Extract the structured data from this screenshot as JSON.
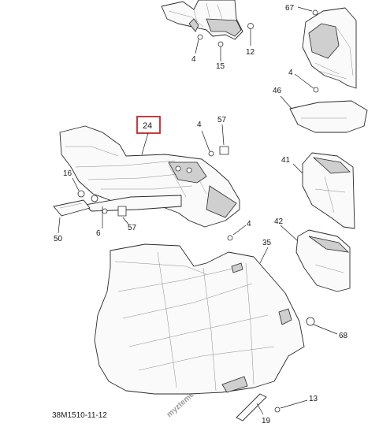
{
  "diagram": {
    "drawing_code": "38M1510-11-12",
    "watermark": "myztemel",
    "highlight_color": "#c0262d",
    "highlighted_part": "24",
    "callouts": [
      "4",
      "15",
      "12",
      "67",
      "4",
      "46",
      "24",
      "4",
      "57",
      "16",
      "41",
      "50",
      "6",
      "57",
      "42",
      "4",
      "35",
      "68",
      "13",
      "19"
    ]
  }
}
